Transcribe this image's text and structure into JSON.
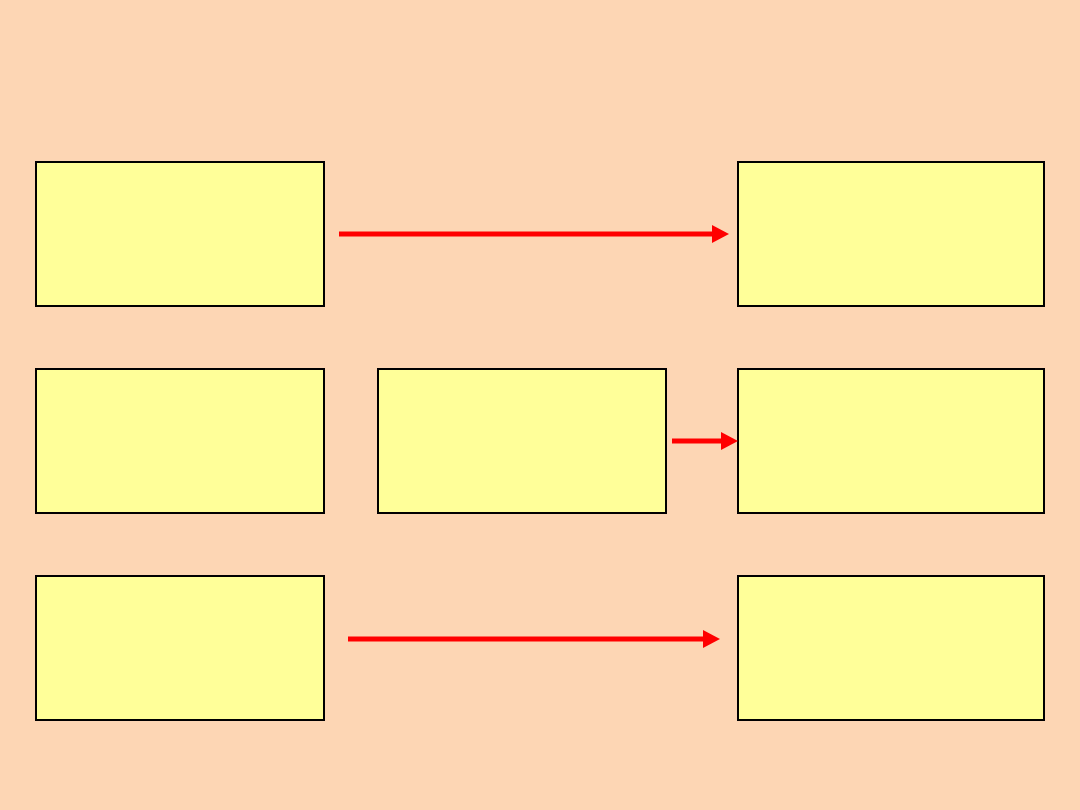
{
  "colors": {
    "background": "#FDD6B4",
    "box_fill": "#FFFF99",
    "box_border": "#000000",
    "arrow": "#FF0000"
  },
  "boxes": {
    "row1_left": {
      "label": ""
    },
    "row1_right": {
      "label": ""
    },
    "row2_left": {
      "label": ""
    },
    "row2_middle": {
      "label": ""
    },
    "row2_right": {
      "label": ""
    },
    "row3_left": {
      "label": ""
    },
    "row3_right": {
      "label": ""
    }
  },
  "connections": [
    {
      "from": "row1_left",
      "to": "row1_right"
    },
    {
      "from": "row2_middle",
      "to": "row2_right"
    },
    {
      "from": "row3_left",
      "to": "row3_right"
    }
  ]
}
